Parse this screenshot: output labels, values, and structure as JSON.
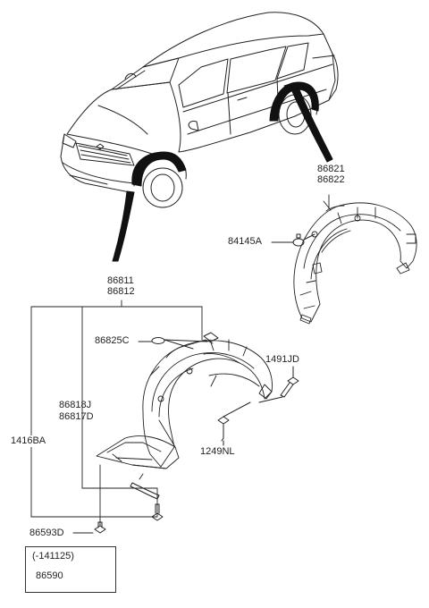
{
  "diagram": {
    "colors": {
      "ink": "#222222",
      "background": "#ffffff"
    },
    "parts": {
      "rear_upper": "86821",
      "rear_lower": "86822",
      "rear_clip": "84145A",
      "front_upper": "86811",
      "front_lower": "86812",
      "front_clip": "86825C",
      "front_bolt": "1491JD",
      "splash_upper": "86818J",
      "splash_lower": "86817D",
      "front_screw": "1249NL",
      "assembly": "1416BA",
      "bottom_bolt": "86593D",
      "boxed_date": "(-141125)",
      "boxed_part": "86590"
    }
  }
}
